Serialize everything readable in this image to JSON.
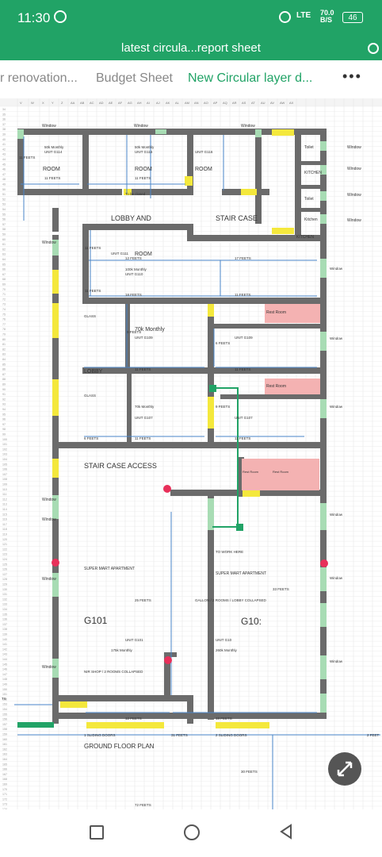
{
  "status": {
    "time": "11:30",
    "network": "LTE",
    "speed_value": "70.0",
    "speed_unit": "B/S",
    "battery": "46"
  },
  "document": {
    "title": "latest circula...report sheet"
  },
  "tabs": [
    {
      "label": "r renovation..."
    },
    {
      "label": "Budget Sheet"
    },
    {
      "label": "New Circular layer d..."
    }
  ],
  "column_headers": [
    "V",
    "W",
    "X",
    "Y",
    "Z",
    "AA",
    "AB",
    "AC",
    "AD",
    "AE",
    "AF",
    "AG",
    "AH",
    "AI",
    "AJ",
    "AK",
    "AL",
    "AM",
    "AN",
    "AO",
    "AP",
    "AQ",
    "AR",
    "AS",
    "AT",
    "AU",
    "AV",
    "AW",
    "AX"
  ],
  "row_header_start": 34,
  "labels": {
    "window": "Window",
    "toilet": "Toilet",
    "kitchen_upper": "KITCHEN",
    "kitchen_lower": "Kitchen",
    "kitchen_caps": "KITCHEN",
    "room": "ROOM",
    "feets_11": "11 FEETS",
    "feets_12": "12 FEETS",
    "feets_17": "17 FEETS",
    "feets_18": "18 FEETS",
    "feets_31": "31 FEETS",
    "feets_33": "33 FEETS",
    "feets_25": "25 FEETS",
    "feets_6": "6 FEETS",
    "feets_9": "9 FEETS",
    "feets_2": "2 FEET",
    "feets_30": "30 FEETS",
    "feets_72": "72 FEETS",
    "monthly_50k": "50k Monthly",
    "monthly_100k": "100k Monthly",
    "monthly_70k": "70k Monthly",
    "monthly_175k": "175k Monthly",
    "monthly_260k": "260k Monthly",
    "unit_g114": "UNIT G114",
    "unit_g115": "UNIT G115",
    "unit_g116": "UNIT G116",
    "unit_g111": "UNIT G111",
    "unit_g110": "UNIT G110",
    "unit_g109": "UNIT G109",
    "unit_g107": "UNIT G107",
    "unit_g107b": "UNIT G107",
    "unit_g101": "UNIT G101",
    "unit_g10": "UNIT G10",
    "to_be_closed": "To be closed",
    "lobby_and": "LOBBY     AND",
    "stair_case": "STAIR CASE",
    "lobby": "LOBBY",
    "glass": "GLASS",
    "rest_room": "Rest Room",
    "stair_access": "STAIR CASE ACCESS",
    "to_work_here": "TO WORK HERE",
    "super_mart": "SUPER MART APARTMENT",
    "gallon": "GALLON / 2 ROOMS / LOBBY COLLAPSED",
    "g101": "G101",
    "g102": "G10:",
    "nir_shop": "NIR SHOP / 2 ROOMS COLLAPSED",
    "sliding_1": "1 SLIDING DOORS",
    "sliding_2": "2 SLIDING DOORS",
    "ground_floor": "GROUND FLOOR PLAN",
    "ts": "TS"
  },
  "colors": {
    "accent": "#21a366",
    "wall": "#6b6b6b",
    "window": "#a8dcb4",
    "door": "#f4e83c",
    "restroom": "#f4b2b2",
    "arrow": "#4a86c8",
    "marker": "#e8305a"
  }
}
